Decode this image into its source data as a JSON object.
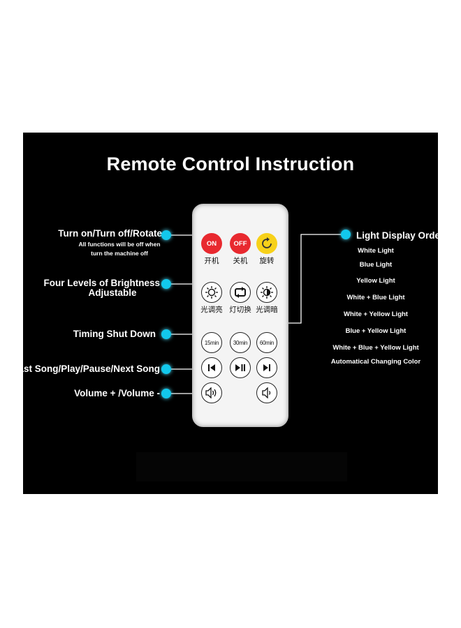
{
  "title": "Remote Control Instruction",
  "left_labels": {
    "power": "Turn on/Turn off/Rotate",
    "power_note_1": "All functions will be off when",
    "power_note_2": "turn the machine off",
    "brightness_1": "Four Levels of Brightness",
    "brightness_2": "Adjustable",
    "timer": "Timing Shut Down",
    "playback": "Last Song/Play/Pause/Next Song",
    "volume": "Volume + /Volume -"
  },
  "right_labels": {
    "heading": "Light Display Order",
    "orders": [
      "White Light",
      "Blue Light",
      "Yellow Light",
      "White + Blue Light",
      "White + Yellow Light",
      "Blue + Yellow Light",
      "White + Blue + Yellow Light",
      "Automatical Changing Color"
    ]
  },
  "remote": {
    "on": "ON",
    "off": "OFF",
    "on_cn": "开机",
    "off_cn": "关机",
    "rotate_cn": "旋转",
    "bright_up_cn": "光调亮",
    "switch_cn": "灯切换",
    "bright_down_cn": "光调暗",
    "t15": "15min",
    "t30": "30min",
    "t60": "60min"
  },
  "colors": {
    "accent_dot": "#12c8ec",
    "power_button": "#e8292f",
    "rotate_button": "#f7d11a"
  }
}
